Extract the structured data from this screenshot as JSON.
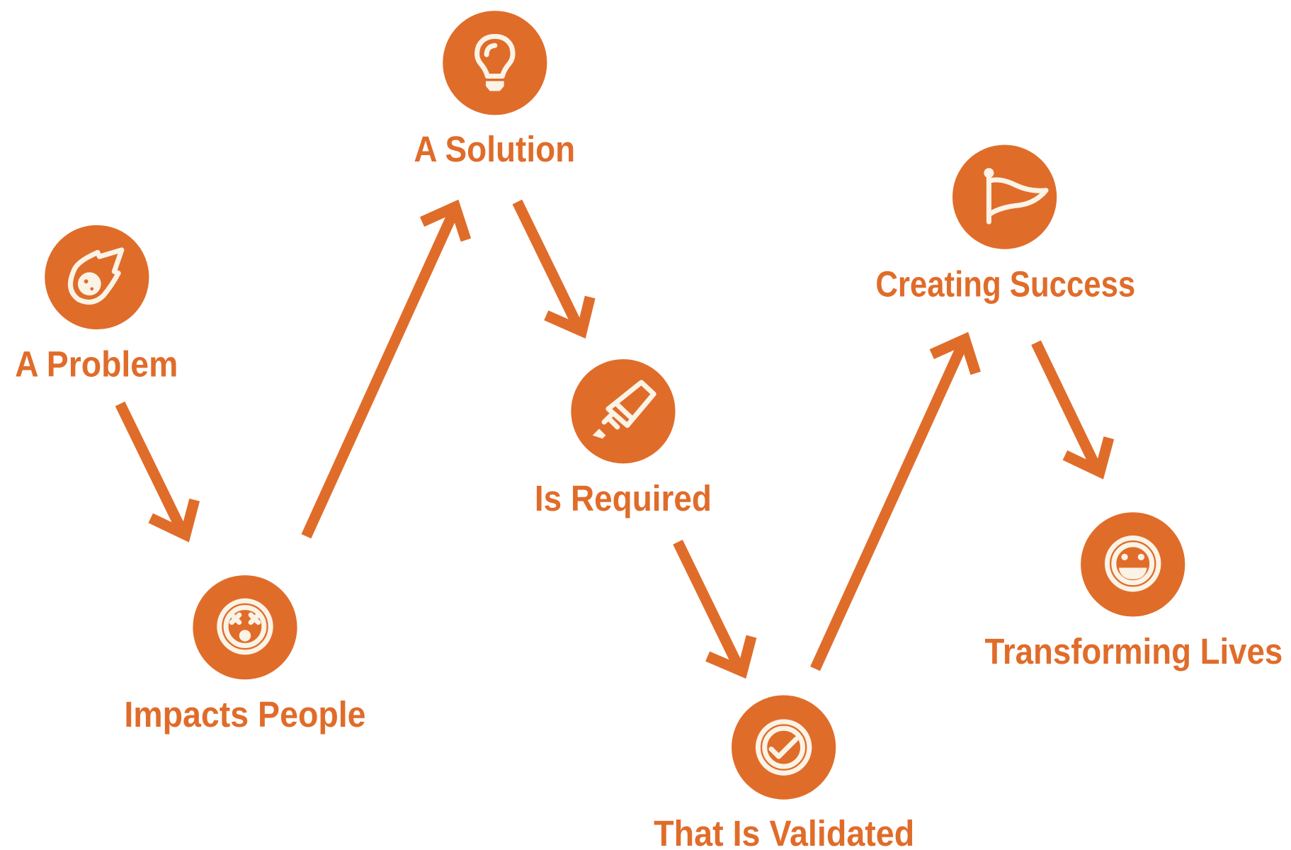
{
  "colors": {
    "accent": "#E06C2A",
    "icon": "#FAF3E6",
    "background": "#FFFFFF"
  },
  "steps": [
    {
      "label": "A Problem",
      "icon": "meteor-icon"
    },
    {
      "label": "Impacts People",
      "icon": "dizzy-face-icon"
    },
    {
      "label": "A Solution",
      "icon": "lightbulb-icon"
    },
    {
      "label": "Is Required",
      "icon": "syringe-icon"
    },
    {
      "label": "That Is Validated",
      "icon": "check-circle-icon"
    },
    {
      "label": "Creating Success",
      "icon": "flag-icon"
    },
    {
      "label": "Transforming Lives",
      "icon": "smiley-face-icon"
    }
  ]
}
